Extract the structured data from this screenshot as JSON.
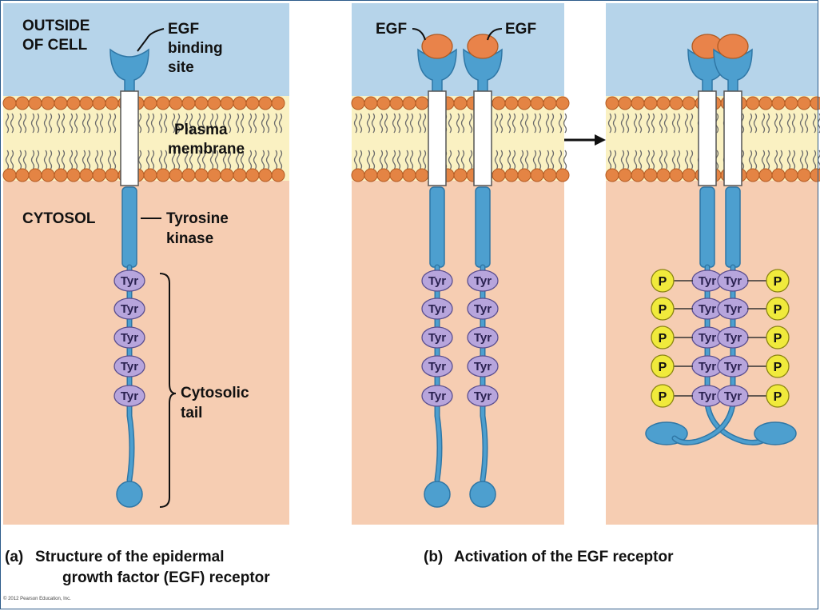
{
  "colors": {
    "outside": "#b6d4ea",
    "cytosol": "#f6cdb2",
    "membrane_core": "#faf1c2",
    "lipid_head": "#e48444",
    "receptor": "#4d9fcf",
    "receptor_stroke": "#2f77a6",
    "egf": "#e9834a",
    "tyr": "#b7a5dc",
    "phosphate": "#f0ea3c"
  },
  "panel_a": {
    "outside_label_line1": "OUTSIDE",
    "outside_label_line2": "OF CELL",
    "binding_label_line1": "EGF",
    "binding_label_line2": "binding",
    "binding_label_line3": "site",
    "membrane_label_line1": "Plasma",
    "membrane_label_line2": "membrane",
    "cytosol_label": "CYTOSOL",
    "kinase_label_line1": "Tyrosine",
    "kinase_label_line2": "kinase",
    "tail_label_line1": "Cytosolic",
    "tail_label_line2": "tail",
    "caption_letter": "(a)",
    "caption_line1": "Structure of the epidermal",
    "caption_line2": "growth factor (EGF) receptor"
  },
  "panel_b": {
    "egf_label_left": "EGF",
    "egf_label_right": "EGF",
    "caption_letter": "(b)",
    "caption": "Activation of the EGF receptor"
  },
  "tyr_label": "Tyr",
  "phosphate_label": "P",
  "copyright": "© 2012 Pearson Education, Inc."
}
